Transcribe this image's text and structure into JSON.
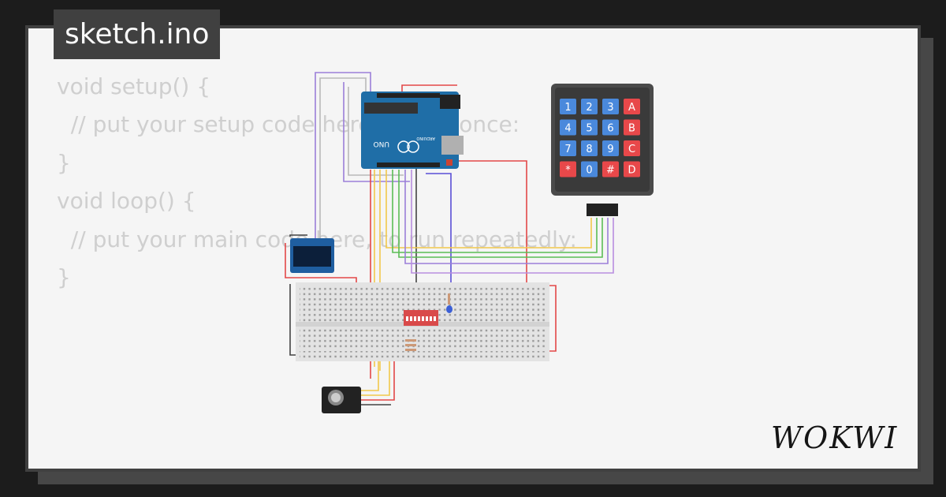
{
  "tab": {
    "filename": "sketch.ino"
  },
  "code": {
    "lines": [
      "void setup() {",
      "  // put your setup code here, to run once:",
      "",
      "}",
      "",
      "void loop() {",
      "  // put your main code here, to run repeatedly:",
      "",
      "}"
    ]
  },
  "keypad": {
    "keys": [
      "1",
      "2",
      "3",
      "A",
      "4",
      "5",
      "6",
      "B",
      "7",
      "8",
      "9",
      "C",
      "*",
      "0",
      "#",
      "D"
    ]
  },
  "arduino": {
    "model": "UNO",
    "brand": "ARDUINO"
  },
  "brand": {
    "logo": "WOKWI"
  },
  "colors": {
    "bg": "#1c1c1c",
    "card": "#f5f5f5",
    "tab_bg": "#404040",
    "code_text": "#cfcfcf",
    "arduino_blue": "#1f6ea7",
    "key_blue": "#4a89dc",
    "key_red": "#e8484a",
    "wire_red": "#e34848",
    "wire_purple": "#7b4fd6",
    "wire_yellow": "#f2c84b",
    "wire_green": "#5bbd55"
  }
}
